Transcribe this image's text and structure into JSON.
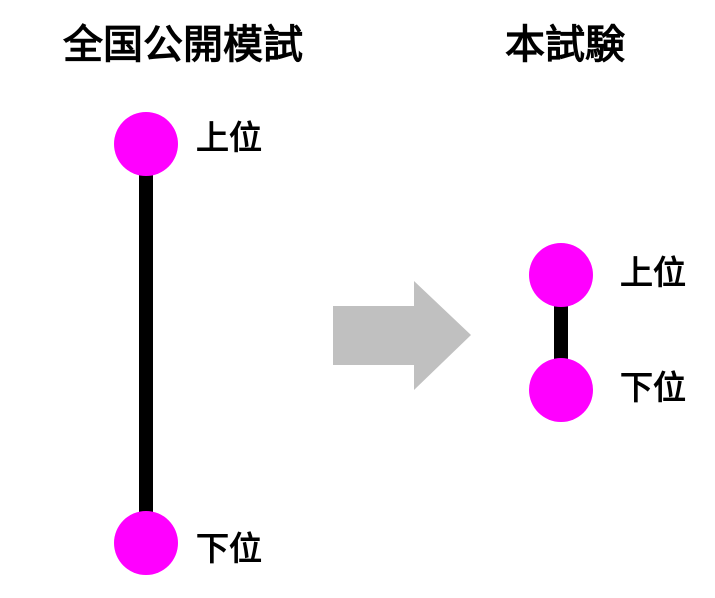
{
  "left_panel": {
    "title": "全国公開模試",
    "top_label": "上位",
    "bottom_label": "下位"
  },
  "right_panel": {
    "title": "本試験",
    "top_label": "上位",
    "bottom_label": "下位"
  },
  "colors": {
    "dot": "#ff00ff",
    "line": "#000000",
    "arrow": "#c0c0c0",
    "text": "#000000"
  }
}
